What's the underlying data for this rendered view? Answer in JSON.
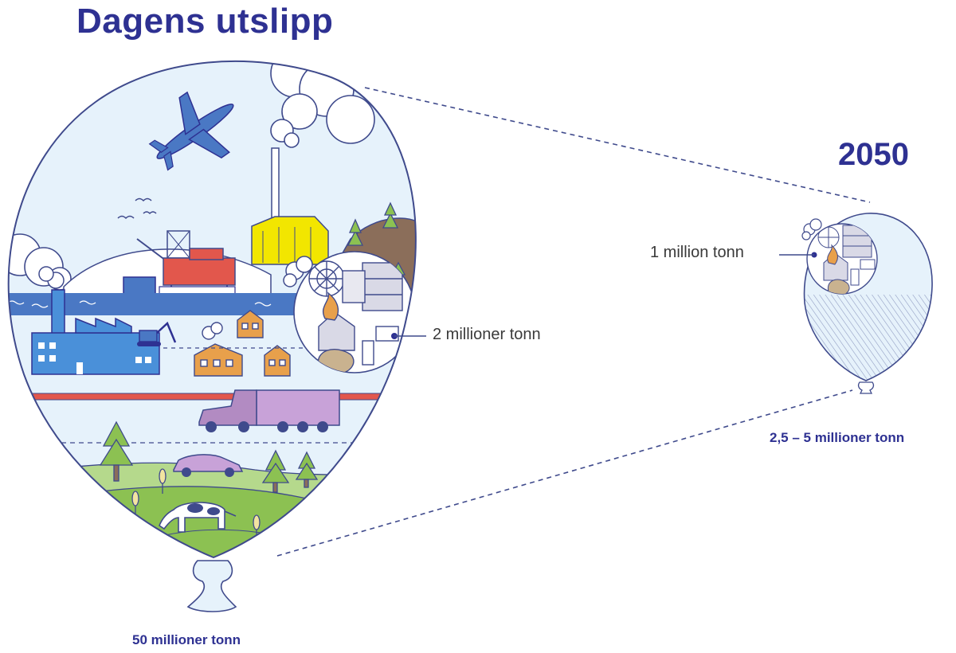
{
  "today": {
    "title": "Dagens utslipp",
    "total": "50 millioner tonn",
    "callout": "2 millioner tonn"
  },
  "future": {
    "title": "2050",
    "total": "2,5 – 5 millioner tonn",
    "callout": "1 million tonn"
  },
  "colors": {
    "accent": "#2e3192",
    "outline": "#3f4a8c",
    "sky": "#e6f2fb",
    "water": "#4a78c4",
    "grass": "#8cc152",
    "pipeline": "#e2574c",
    "truck": "#c8a2d8",
    "building": "#4a90d9",
    "crane": "#f2c200",
    "house": "#e8a04b",
    "platform": "#e2574c"
  },
  "icons": [
    "airplane-icon",
    "cloud-icon",
    "chimney-icon",
    "factory-icon",
    "oil-platform-icon",
    "ship-icon",
    "excavator-icon",
    "house-icon",
    "truck-icon",
    "car-icon",
    "tree-icon",
    "cow-icon",
    "wheat-icon",
    "landfill-icon",
    "bird-icon",
    "mountain-icon"
  ]
}
